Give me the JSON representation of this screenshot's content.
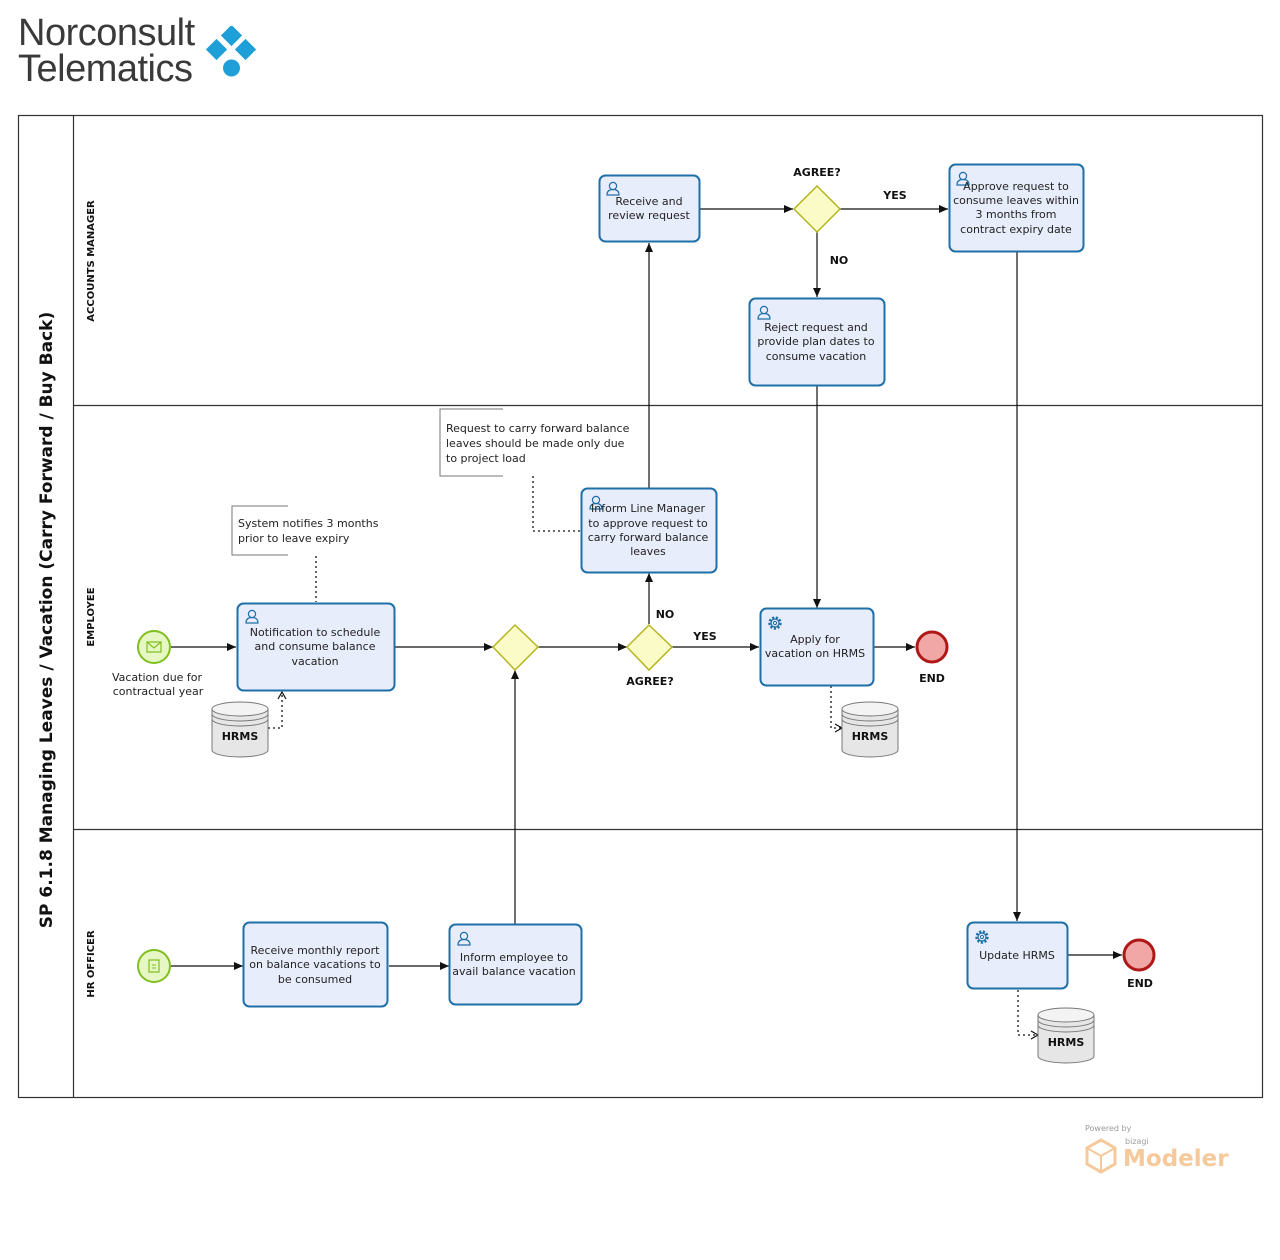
{
  "logo": {
    "line1": "Norconsult",
    "line2": "Telematics",
    "color": "#1e9fd8"
  },
  "pool": {
    "title": "SP 6.1.8 Managing Leaves / Vacation (Carry Forward / Buy Back)"
  },
  "lanes": [
    {
      "id": "am",
      "label": "ACCOUNTS MANAGER"
    },
    {
      "id": "emp",
      "label": "EMPLOYEE"
    },
    {
      "id": "hr",
      "label": "HR OFFICER"
    }
  ],
  "tasks": {
    "receive_review": [
      "Receive and",
      "review request"
    ],
    "approve_request": [
      "Approve request  to",
      "consume leaves within",
      "3 months from",
      "contract expiry date"
    ],
    "reject_request": [
      "Reject request and",
      "provide plan dates to",
      "consume vacation"
    ],
    "inform_line_manager": [
      "Inform Line Manager",
      "to approve request to",
      "carry forward balance",
      "leaves"
    ],
    "notification": [
      "Notification to schedule",
      "and consume balance",
      "vacation"
    ],
    "apply_vacation": [
      "Apply for",
      "vacation on HRMS"
    ],
    "receive_report": [
      "Receive monthly report",
      "on balance vacations to",
      "be consumed"
    ],
    "inform_employee": [
      "Inform employee to",
      "avail balance vacation"
    ],
    "update_hrms": [
      "Update HRMS"
    ]
  },
  "gateways": {
    "agree_top": "AGREE?",
    "agree_emp": "AGREE?"
  },
  "flow_labels": {
    "yes_top": "YES",
    "no_top": "NO",
    "yes_emp": "YES",
    "no_emp": "NO"
  },
  "events": {
    "start_emp": [
      "Vacation due for",
      "contractual year"
    ],
    "end_emp": "END",
    "end_hr": "END"
  },
  "annotations": {
    "carry_forward": [
      "Request to carry forward balance",
      "leaves should be made only due",
      "to project load"
    ],
    "system_notifies": [
      "System notifies 3 months",
      "prior to leave expiry"
    ]
  },
  "datastores": {
    "hrms": "HRMS"
  },
  "powered_by": {
    "line1": "Powered by",
    "line2": "bizagi",
    "line3": "Modeler"
  },
  "colors": {
    "task_fill": "#e8edfb",
    "task_stroke": "#1f6fa8",
    "gateway_fill": "#fbfbc8",
    "gateway_stroke": "#b5b520",
    "start_fill": "#e6f7c4",
    "start_stroke": "#7fbf1f",
    "end_fill": "#f2a7a7",
    "end_stroke": "#b01818"
  }
}
